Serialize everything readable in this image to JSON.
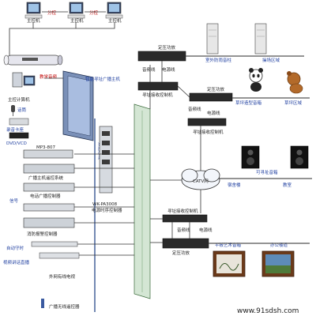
{
  "pcs": {
    "pc1_label": "主控机",
    "pc2_label": "主控机",
    "pc3_label": "主控机",
    "branch1": "分控",
    "branch2": "分控"
  },
  "left": {
    "server_label": "主控计算机",
    "teaching_label": "教学音频",
    "mic_label": "话筒",
    "recorder_label": "录音卡座",
    "dvd_label": "DVD/VCD",
    "mp3_label": "MP3-807",
    "remote_label": "广播主机遥控系统",
    "phone_label": "电话广播控制器",
    "alarm_label": "消防报警控制器",
    "signal_label": "信号",
    "auto_label": "自动守时",
    "video_label": "视频讲话直播",
    "ext_label": "外网有线电视"
  },
  "rack": {
    "main_label": "智能寻址广播主机",
    "mixer_label": "音频总线",
    "power_label": "电源总线",
    "controller_label": "WK-PA3008",
    "controller_sub": "电源时序控制器",
    "bottom_caption": "广播无线遥控器",
    "data_label": "数据总线"
  },
  "right": {
    "amp1_label": "定压功放",
    "audio_line": "音频线",
    "power_line": "电源线",
    "recv1_label": "寻址接收控制机",
    "outdoor_label": "室外防雨音柱",
    "playground_label": "操场区域",
    "amp2_label": "定压功放",
    "recv2_label": "寻址接收控制机",
    "grass_label": "草坪造型音箱",
    "grass_area": "草坪区域",
    "catv_label": "CATV网",
    "dorm_label": "宿舍楼",
    "classroom_label": "教室",
    "addr_spk_label": "可寻址音箱",
    "recv3_label": "寻址接收控制机",
    "amp3_label": "定压功放",
    "art_label": "平板艺术音箱",
    "office_label": "办公楼道"
  },
  "footer": {
    "watermark": "www.91sdsh.com"
  }
}
